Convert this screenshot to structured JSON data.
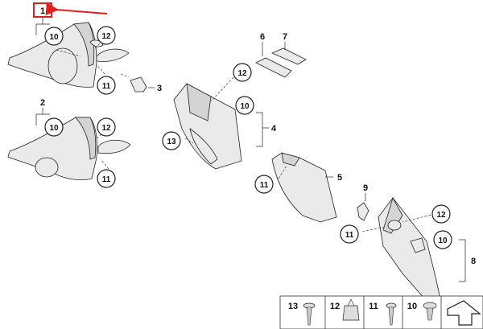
{
  "callouts": {
    "c1": "1",
    "c2": "2",
    "c3": "3",
    "c4": "4",
    "c5": "5",
    "c6": "6",
    "c7": "7",
    "c8": "8",
    "c9": "9",
    "c10": "10",
    "c11": "11",
    "c12": "12",
    "c13": "13"
  },
  "legend": {
    "items": [
      "13",
      "12",
      "11",
      "10"
    ]
  },
  "colors": {
    "highlight_box": "#e02020",
    "arrow": "#e02020",
    "line": "#222222"
  }
}
